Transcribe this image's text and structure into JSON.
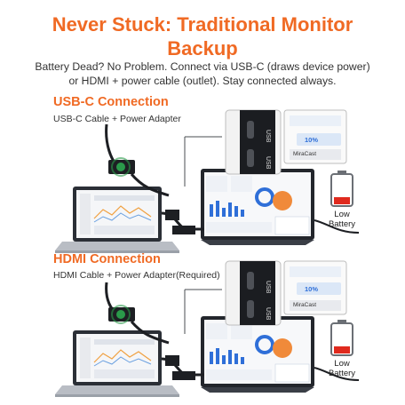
{
  "title": {
    "line1": "Never Stuck: Traditional Monitor",
    "line2": "Backup"
  },
  "subtitle": {
    "line1": "Battery Dead? No Problem. Connect via USB-C (draws device power)",
    "line2": "or HDMI + power cable (outlet). Stay connected always."
  },
  "sections": [
    {
      "heading": "USB-C Connection",
      "description": "USB-C Cable + Power Adapter",
      "battery_percent": "10%",
      "miracast": "MiraCast",
      "low_battery_label": "Low Battery"
    },
    {
      "heading": "HDMI Connection",
      "description": "HDMI Cable + Power Adapter(Required)",
      "battery_percent": "10%",
      "miracast": "MiraCast",
      "low_battery_label": "Low Battery"
    }
  ],
  "colors": {
    "accent": "#f06a24",
    "cable_green": "#2a9a4a",
    "battery_red": "#e02a1e",
    "screen_blue": "#2f6fd8"
  }
}
